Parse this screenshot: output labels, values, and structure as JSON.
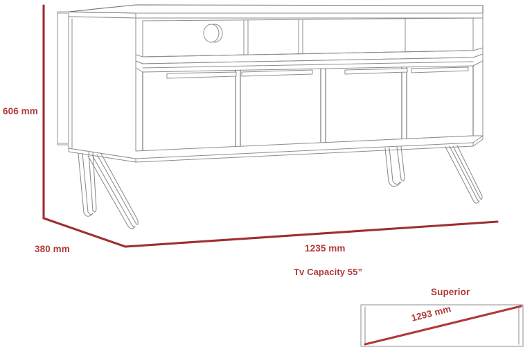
{
  "diagram": {
    "title": "TV Stand dimension drawing",
    "product": "tv-stand-hairpin-legs",
    "colors": {
      "dimension_red": "#b03a3a",
      "dimension_red_dark": "#9e2f31",
      "outline_gray": "#6e6e6e",
      "outline_light": "#9a9a9a",
      "background": "#ffffff"
    },
    "dimensions": {
      "height": "606 mm",
      "depth": "380 mm",
      "width": "1235 mm",
      "capacity": "Tv Capacity 55”"
    },
    "top_view": {
      "title": "Superior",
      "diagonal": "1293 mm"
    }
  }
}
